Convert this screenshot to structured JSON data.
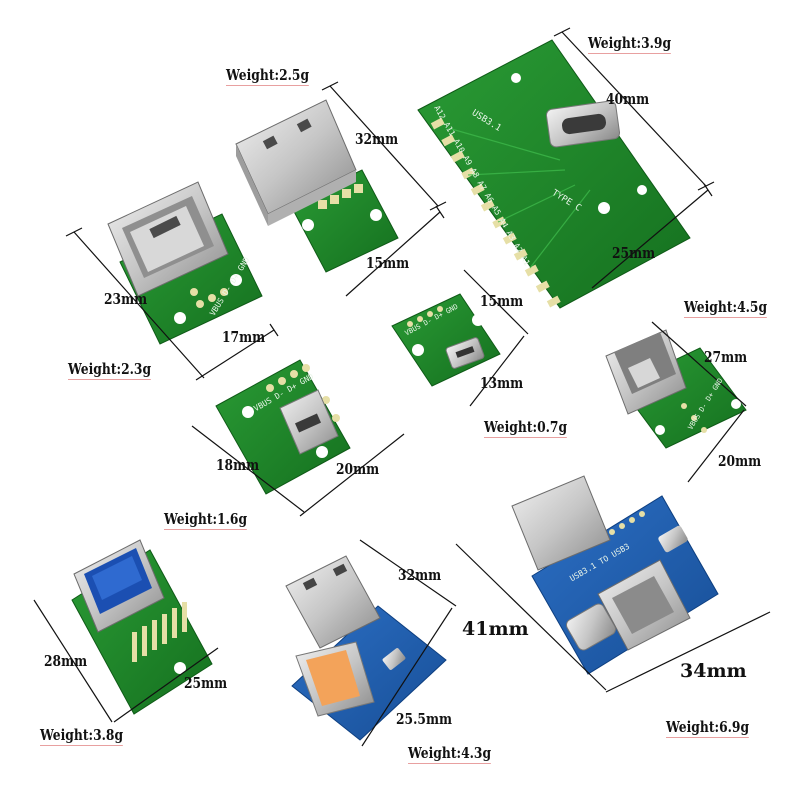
{
  "products": {
    "usb_a_male_board": {
      "weight": "Weight:2.5g",
      "length": "32mm",
      "width": "15mm"
    },
    "type_c_board": {
      "weight": "Weight:3.9g",
      "length": "40mm",
      "width": "25mm",
      "silk_title": "USB3.1",
      "silk_type": "TYPE C",
      "silk_pins": "A12 A11 A10 A9 A8 A7 A6 A5 A4 A3 A2 A1"
    },
    "usb_a_female_board": {
      "weight": "Weight:2.3g",
      "length": "23mm",
      "width": "17mm",
      "silk_pins": "VBUS D- D+ GND"
    },
    "micro_usb_board": {
      "weight": "Weight:0.7g",
      "length": "15mm",
      "width": "13mm",
      "silk_pins": "VBUS D- D+ GND"
    },
    "mini_usb_board": {
      "weight": "Weight:1.6g",
      "length": "18mm",
      "width": "20mm",
      "silk_pins": "VBUS D- D+ GND"
    },
    "usb_b_board": {
      "weight": "Weight:4.5g",
      "length": "27mm",
      "width": "20mm",
      "silk_pins": "VBUS D- D+ GND"
    },
    "usb3_female_board": {
      "weight": "Weight:3.8g",
      "length": "28mm",
      "width": "25mm"
    },
    "usb_converter_board": {
      "weight": "Weight:4.3g",
      "length": "32mm",
      "width": "25.5mm"
    },
    "multi_port_board": {
      "weight": "Weight:6.9g",
      "length": "41mm",
      "width": "34mm",
      "silk_title": "USB3.1 TO USB3"
    }
  },
  "colors": {
    "pcb_green": "#1f8a2a",
    "pcb_green_dark": "#146b1e",
    "pcb_blue": "#1f5fb0",
    "metal": "#c9c9c9",
    "metal_dark": "#8d8d8d",
    "pad_gold": "#e6dfa6",
    "underline": "#e8a0a0"
  }
}
